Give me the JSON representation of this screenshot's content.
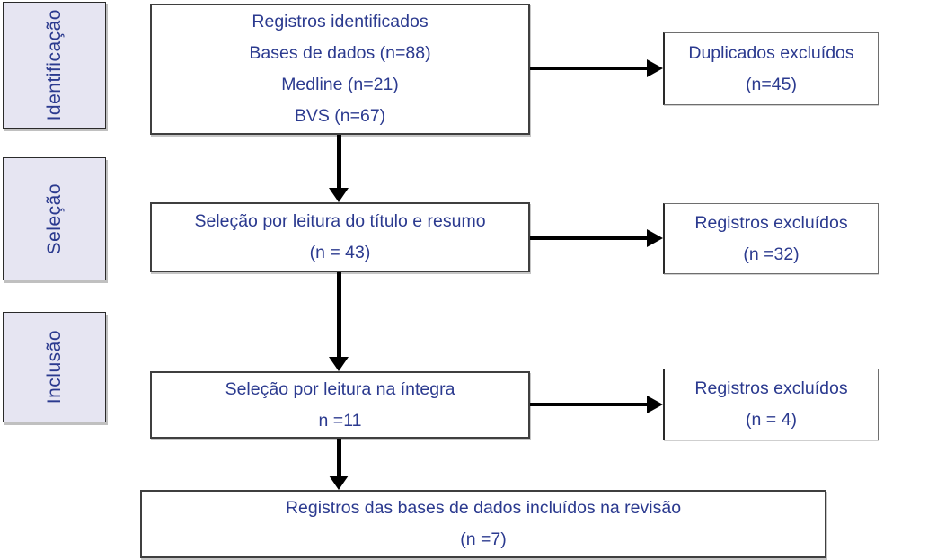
{
  "colors": {
    "text": "#2b3a8f",
    "stage_fill": "#e6e5f2",
    "arrow": "#000000",
    "box_background": "#ffffff"
  },
  "stages": [
    {
      "label": "Identificação"
    },
    {
      "label": "Seleção"
    },
    {
      "label": "Inclusão"
    }
  ],
  "flow": {
    "identified": {
      "line1": "Registros identificados",
      "line2": "Bases de dados (n=88)",
      "line3": "Medline (n=21)",
      "line4": "BVS (n=67)"
    },
    "title_abstract": {
      "line1": "Seleção por leitura do título e resumo",
      "line2": "(n = 43)"
    },
    "full_text": {
      "line1": "Seleção por leitura na íntegra",
      "line2": "n =11"
    },
    "included": {
      "line1": "Registros das bases de dados incluídos na revisão",
      "line2": "(n =7)"
    }
  },
  "exclusions": {
    "duplicates": {
      "line1": "Duplicados excluídos",
      "line2": "(n=45)"
    },
    "screening": {
      "line1": "Registros excluídos",
      "line2": "(n =32)"
    },
    "fulltext": {
      "line1": "Registros excluídos",
      "line2": "(n = 4)"
    }
  }
}
